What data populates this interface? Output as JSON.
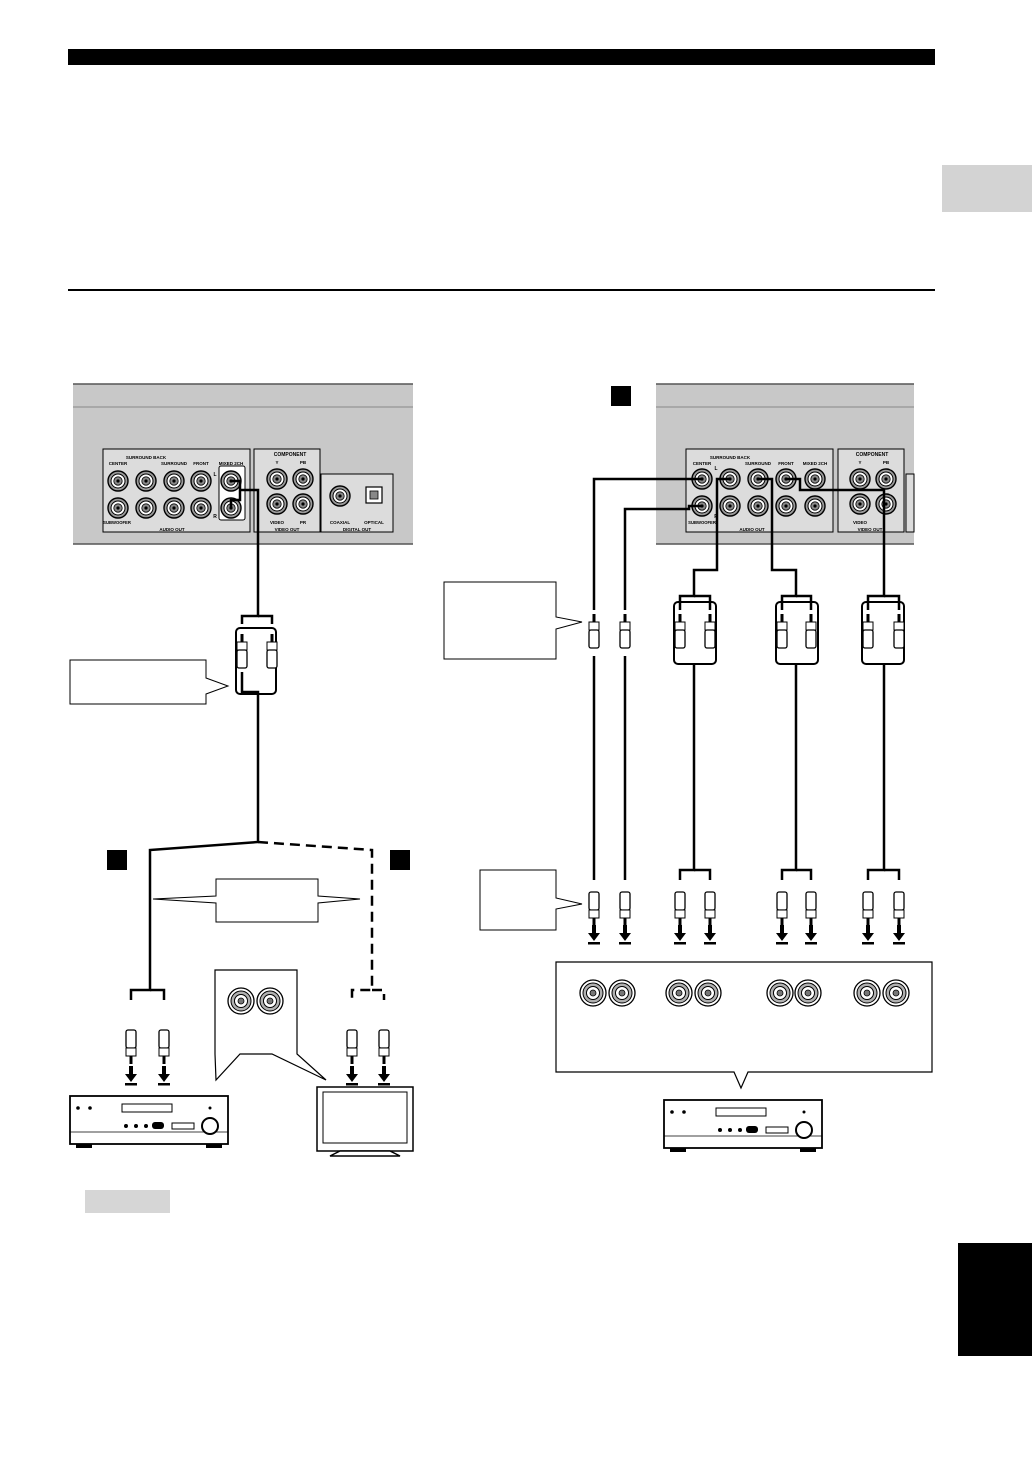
{
  "panels": {
    "left": {
      "audio_out_headers": [
        "CENTER",
        "SURROUND BACK",
        "SURROUND",
        "FRONT",
        "MIXED 2CH"
      ],
      "subwoofer_label": "SUBWOOFER",
      "audio_out_label": "AUDIO OUT",
      "component_label": "COMPONENT",
      "component_y": "Y",
      "component_pb": "PB",
      "component_pr": "PR",
      "video_label": "VIDEO",
      "video_out_label": "VIDEO OUT",
      "coaxial_label": "COAXIAL",
      "optical_label": "OPTICAL",
      "digital_out_label": "DIGITAL OUT"
    },
    "right": {
      "audio_out_headers": [
        "CENTER",
        "SURROUND BACK",
        "SURROUND",
        "FRONT",
        "MIXED 2CH"
      ],
      "subwoofer_label": "SUBWOOFER",
      "audio_out_label": "AUDIO OUT",
      "component_label": "COMPONENT",
      "component_y": "Y",
      "component_pb": "PB",
      "video_label": "VIDEO",
      "video_out_label": "VIDEO OUT"
    }
  },
  "jack_marks": {
    "left": "L",
    "right": "R"
  }
}
